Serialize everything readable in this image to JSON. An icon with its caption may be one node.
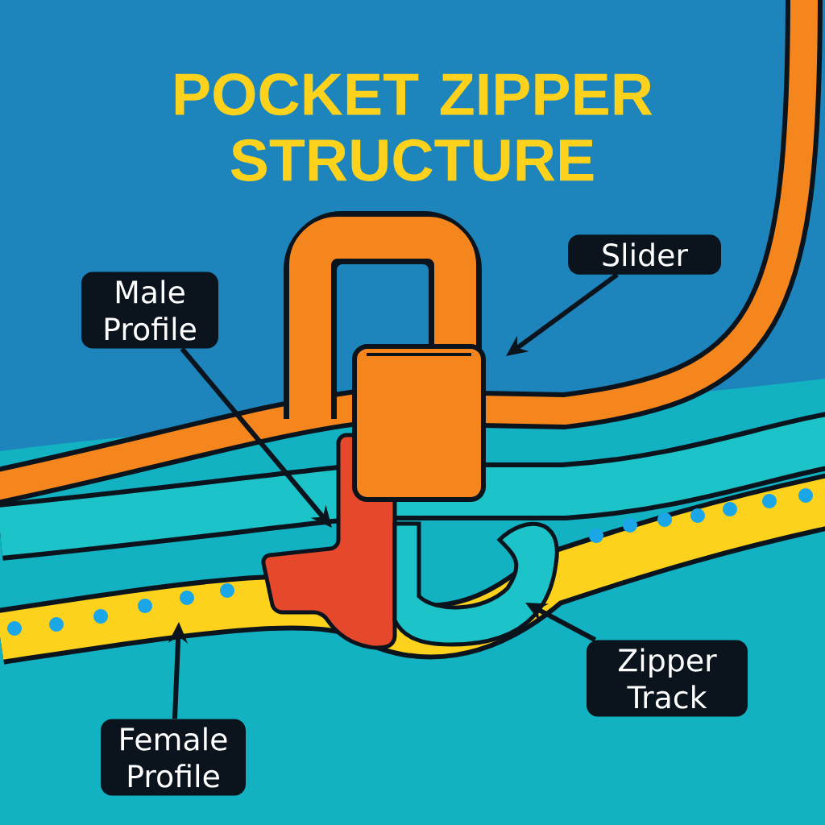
{
  "diagram": {
    "title": "POCKET ZIPPER STRUCTURE",
    "nodes": [
      {
        "text": [
          "Male Profile"
        ]
      },
      {
        "text": [
          "Slider"
        ]
      },
      {
        "text": [
          "Female Profile"
        ]
      },
      {
        "text": [
          "Zipper Track"
        ]
      }
    ],
    "edges": [
      {
        "from": 0,
        "to": null,
        "arrow": "to"
      },
      {
        "from": 1,
        "to": null,
        "arrow": "to"
      },
      {
        "from": 2,
        "to": null,
        "arrow": "to"
      },
      {
        "from": 3,
        "to": null,
        "arrow": "to"
      }
    ]
  }
}
